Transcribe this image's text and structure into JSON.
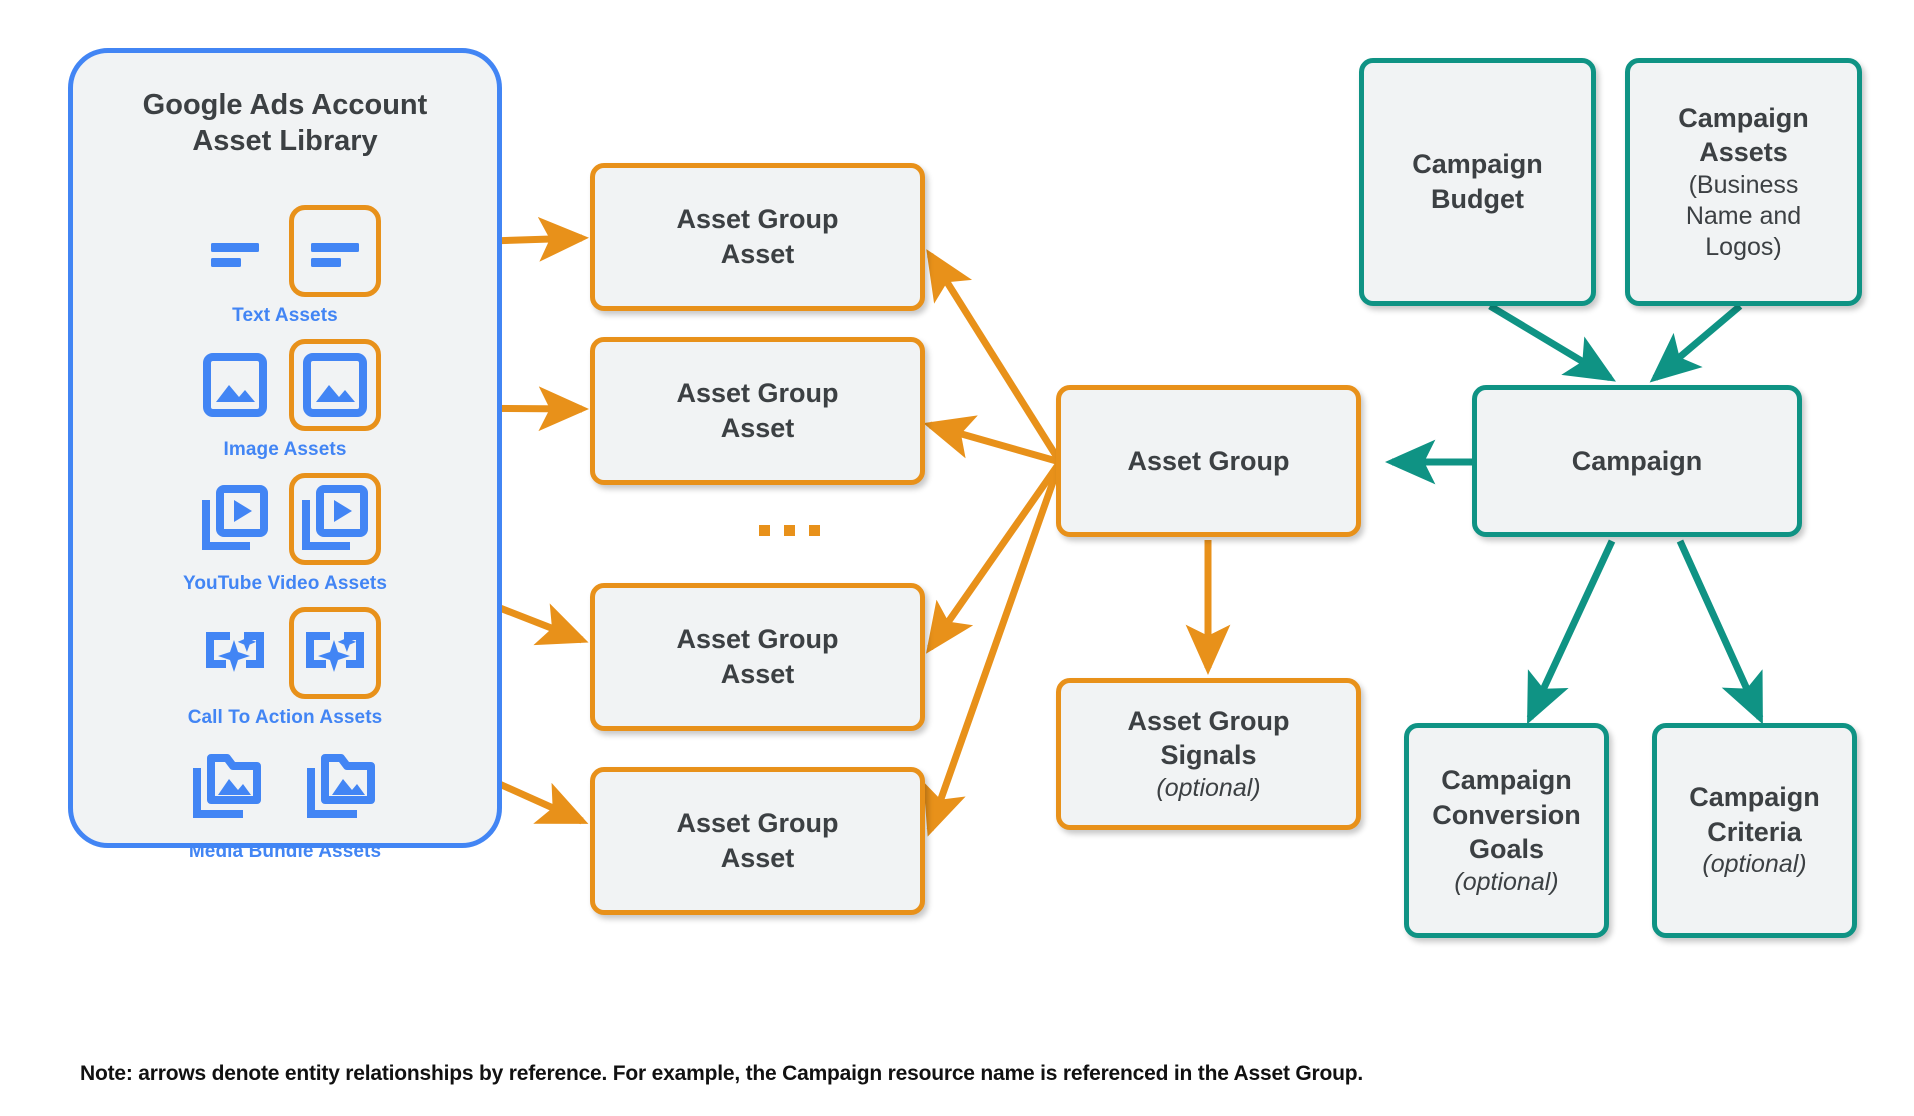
{
  "library": {
    "title": "Google Ads Account\nAsset Library",
    "accent_color": "#4285f4",
    "asset_types": [
      {
        "caption": "Text Assets",
        "icon": "text-asset-icon",
        "highlighted": true
      },
      {
        "caption": "Image Assets",
        "icon": "image-asset-icon",
        "highlighted": true
      },
      {
        "caption": "YouTube Video  Assets",
        "icon": "youtube-video-asset-icon",
        "highlighted": true
      },
      {
        "caption": "Call To Action Assets",
        "icon": "call-to-action-asset-icon",
        "highlighted": true
      },
      {
        "caption": "Media Bundle  Assets",
        "icon": "media-bundle-asset-icon",
        "highlighted": false
      }
    ]
  },
  "asset_group_assets": [
    {
      "label": "Asset Group\nAsset"
    },
    {
      "label": "Asset Group\nAsset"
    },
    {
      "label": "Asset Group\nAsset"
    },
    {
      "label": "Asset Group\nAsset"
    }
  ],
  "ellipsis": "...",
  "asset_group": {
    "label": "Asset Group",
    "accent_color": "#e8911a"
  },
  "asset_group_signals": {
    "label": "Asset Group\nSignals",
    "note": "(optional)"
  },
  "campaign": {
    "label": "Campaign",
    "accent_color": "#0f9384"
  },
  "campaign_budget": {
    "label": "Campaign\nBudget"
  },
  "campaign_assets": {
    "label": "Campaign\nAssets",
    "note": "(Business\nName and\nLogos)"
  },
  "campaign_conversion_goals": {
    "label": "Campaign\nConversion\nGoals",
    "note": "(optional)"
  },
  "campaign_criteria": {
    "label": "Campaign\nCriteria",
    "note": "(optional)"
  },
  "footnote": "Note: arrows denote entity relationships by reference. For example, the Campaign resource name is referenced in the Asset Group.",
  "colors": {
    "orange": "#e8911a",
    "teal": "#0f9384",
    "blue": "#4285f4",
    "box_fill": "#f1f3f4",
    "text": "#3c4043"
  }
}
